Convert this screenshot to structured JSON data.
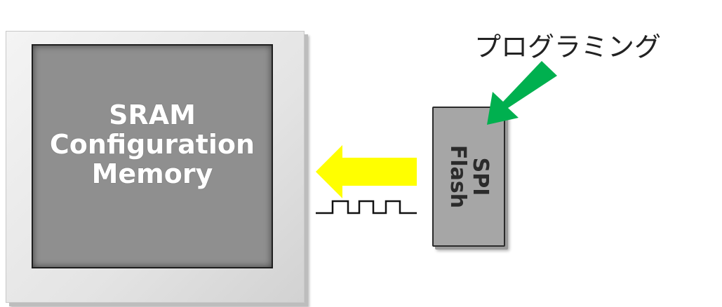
{
  "sram_block": {
    "lines": [
      "SRAM",
      "Configuration",
      "Memory"
    ]
  },
  "flash_chip": {
    "lines": [
      "SPI",
      "Flash"
    ]
  },
  "programming_label": "プログラミング",
  "colors": {
    "data_arrow": "#ffff00",
    "programming_arrow": "#00b04f",
    "sram_fill": "#8f8f8f",
    "chip_fill": "#a6a6a6"
  },
  "icons": {
    "clock_signal": "clock-waveform-icon",
    "data_flow": "arrow-left-icon",
    "programming_flow": "arrow-down-left-icon"
  }
}
